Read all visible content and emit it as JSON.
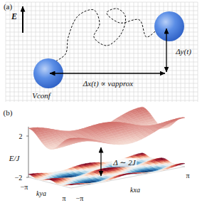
{
  "diagram": {
    "labels": [
      "(a)",
      "E",
      "Vconf",
      "Δx(t) ∝ νapprox",
      "Δy(t)",
      "(b)",
      "2",
      "E/J",
      "−2",
      "Δ ∼ 2J",
      "kya",
      "−π",
      "π",
      "−π",
      "kxa",
      "π"
    ]
  }
}
